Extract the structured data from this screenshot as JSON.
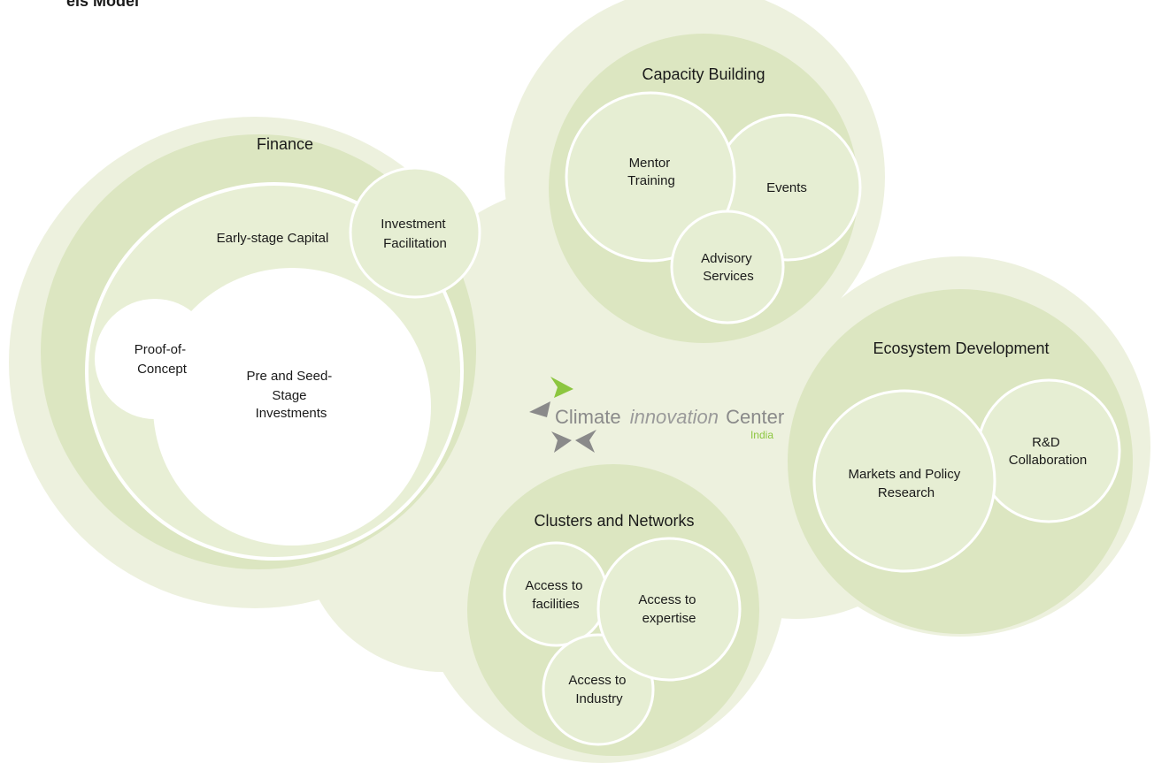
{
  "header_fragment": "’els Model",
  "colors": {
    "outer_blob": "#edf1de",
    "outer_ring": "#dce6c1",
    "inner_fill": "#e8efd5",
    "white": "#ffffff",
    "bubble": "#e6eed3",
    "bubble_stroke": "#ffffff",
    "logo_grey": "#8a8a8a",
    "logo_green": "#8cc63f"
  },
  "finance": {
    "title": "Finance",
    "early_stage": "Early-stage Capital",
    "investment_facilitation": [
      "Investment",
      "Facilitation"
    ],
    "proof_of_concept": [
      "Proof-of-",
      "Concept"
    ],
    "pre_seed": [
      "Pre and Seed-",
      "Stage",
      "Investments"
    ]
  },
  "capacity": {
    "title": "Capacity Building",
    "mentor": [
      "Mentor",
      "Training"
    ],
    "events": "Events",
    "advisory": [
      "Advisory",
      "Services"
    ]
  },
  "ecosystem": {
    "title": "Ecosystem Development",
    "markets": [
      "Markets and Policy",
      "Research"
    ],
    "rnd": [
      "R&D",
      "Collaboration"
    ]
  },
  "clusters": {
    "title": "Clusters and Networks",
    "facilities": [
      "Access to",
      "facilities"
    ],
    "expertise": [
      "Access to",
      "expertise"
    ],
    "industry": [
      "Access to",
      "Industry"
    ]
  },
  "logo": {
    "word1": "Climate",
    "word2": "innovation",
    "word3": "Center",
    "sub": "India"
  }
}
